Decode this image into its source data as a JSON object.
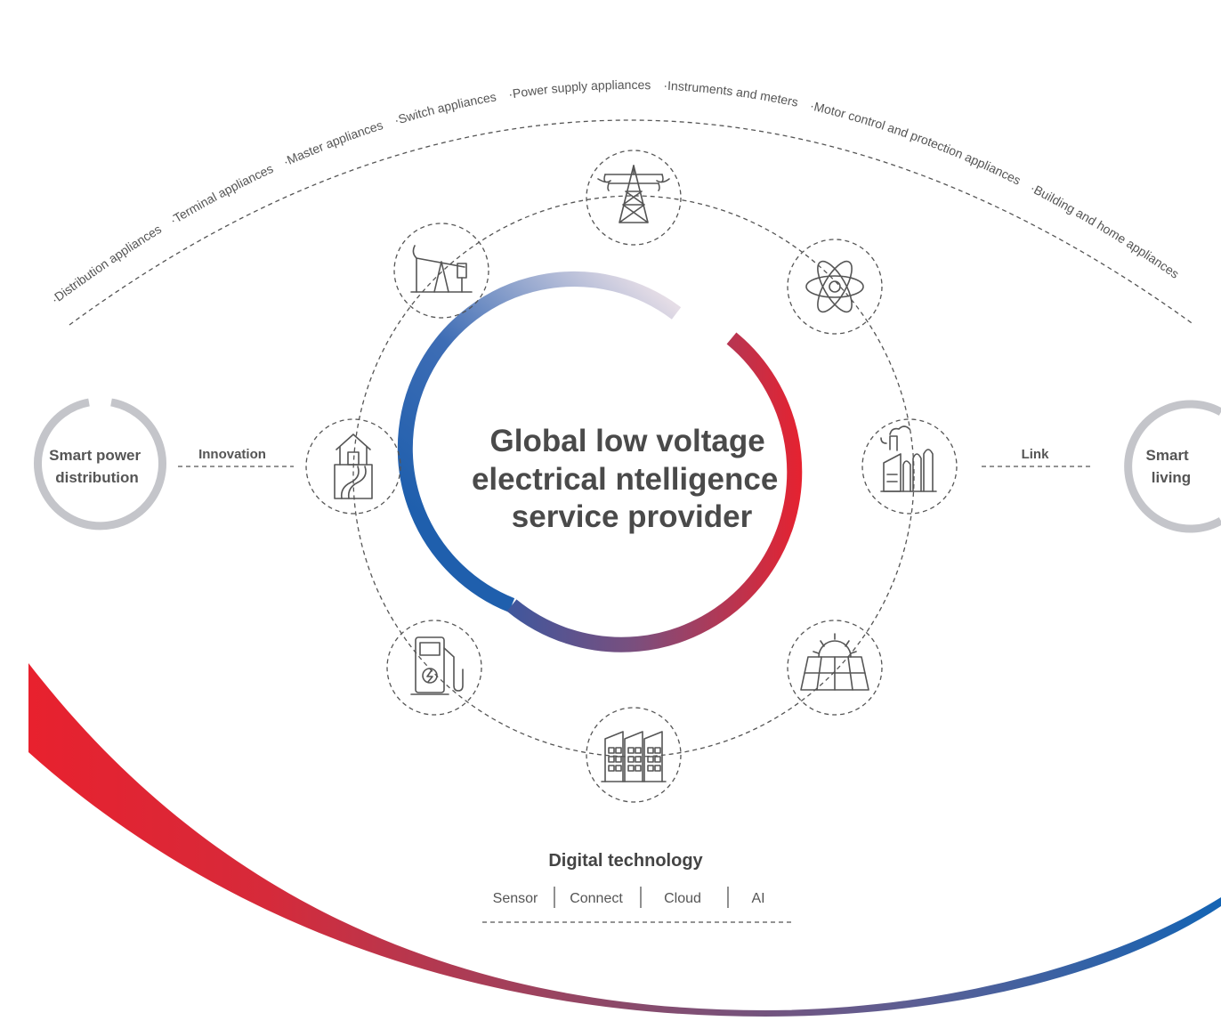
{
  "center": {
    "title_lines": [
      "Global low voltage",
      "electrical ntelligence",
      "service provider"
    ]
  },
  "left_node": {
    "label_lines": [
      "Smart power",
      "distribution"
    ],
    "connector_label": "Innovation"
  },
  "right_node": {
    "label_lines": [
      "Smart",
      "living"
    ],
    "connector_label": "Link"
  },
  "arc_products": [
    "·Distribution appliances",
    "·Terminal appliances",
    "·Master appliances",
    "·Switch appliances",
    "·Power supply appliances",
    "·Instruments and meters",
    "·Motor control and protection appliances",
    "·Building and home appliances"
  ],
  "ring_icons": [
    "transmission-tower-icon",
    "atom-icon",
    "factory-icon",
    "solar-panel-icon",
    "industrial-buildings-icon",
    "ev-charging-icon",
    "smart-home-icon",
    "oil-pump-icon"
  ],
  "digital": {
    "title": "Digital technology",
    "items": [
      "Sensor",
      "Connect",
      "Cloud",
      "AI"
    ]
  },
  "colors": {
    "red": "#e8212e",
    "blue": "#1f5fad",
    "purple": "#6e5a8c",
    "gray_ring": "#c4c5ca",
    "text": "#555555"
  }
}
